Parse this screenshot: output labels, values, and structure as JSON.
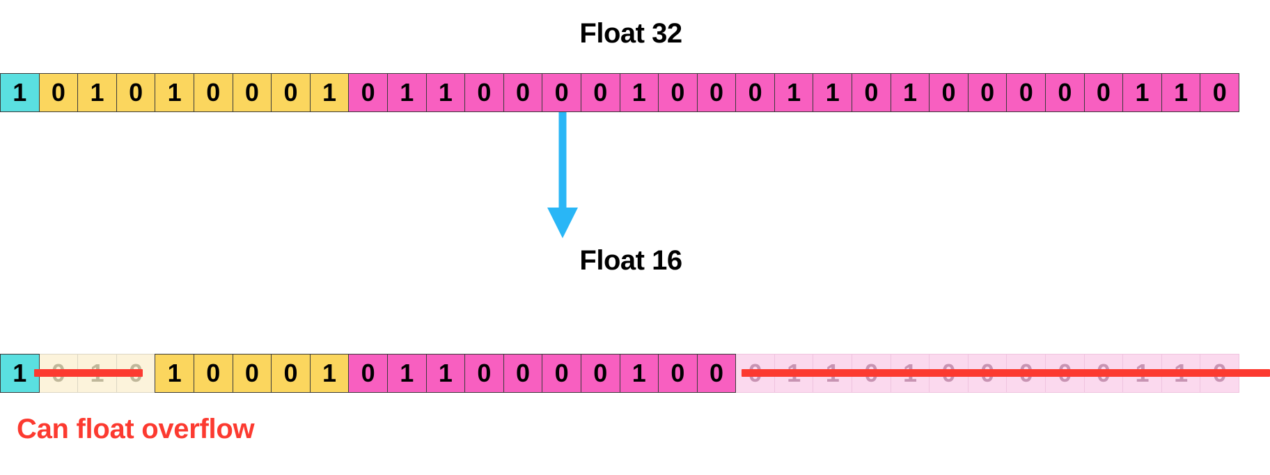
{
  "titles": {
    "float32": "Float 32",
    "float16": "Float 16"
  },
  "caption": "Can float overflow",
  "colors": {
    "sign": "#5ADFE0",
    "exponent": "#FBD65E",
    "mantissa": "#F85FC0",
    "exponent_faded": "#FCF3DB",
    "mantissa_faded": "#FBD9EE",
    "arrow": "#29B6F6",
    "strike": "#FC3A30",
    "caption_text": "#FC3A30",
    "title_text": "#000000",
    "bit_text": "#000000",
    "bit_text_faded_exponent": "#BFB79A",
    "bit_text_faded_mantissa": "#C793B2"
  },
  "float32": {
    "total_bits": 32,
    "sign_bits": 1,
    "exponent_bits": 8,
    "mantissa_bits": 23,
    "bits": [
      {
        "v": "1",
        "group": "sign",
        "faded": false
      },
      {
        "v": "0",
        "group": "exponent",
        "faded": false
      },
      {
        "v": "1",
        "group": "exponent",
        "faded": false
      },
      {
        "v": "0",
        "group": "exponent",
        "faded": false
      },
      {
        "v": "1",
        "group": "exponent",
        "faded": false
      },
      {
        "v": "0",
        "group": "exponent",
        "faded": false
      },
      {
        "v": "0",
        "group": "exponent",
        "faded": false
      },
      {
        "v": "0",
        "group": "exponent",
        "faded": false
      },
      {
        "v": "1",
        "group": "exponent",
        "faded": false
      },
      {
        "v": "0",
        "group": "mantissa",
        "faded": false
      },
      {
        "v": "1",
        "group": "mantissa",
        "faded": false
      },
      {
        "v": "1",
        "group": "mantissa",
        "faded": false
      },
      {
        "v": "0",
        "group": "mantissa",
        "faded": false
      },
      {
        "v": "0",
        "group": "mantissa",
        "faded": false
      },
      {
        "v": "0",
        "group": "mantissa",
        "faded": false
      },
      {
        "v": "0",
        "group": "mantissa",
        "faded": false
      },
      {
        "v": "1",
        "group": "mantissa",
        "faded": false
      },
      {
        "v": "0",
        "group": "mantissa",
        "faded": false
      },
      {
        "v": "0",
        "group": "mantissa",
        "faded": false
      },
      {
        "v": "0",
        "group": "mantissa",
        "faded": false
      },
      {
        "v": "1",
        "group": "mantissa",
        "faded": false
      },
      {
        "v": "1",
        "group": "mantissa",
        "faded": false
      },
      {
        "v": "0",
        "group": "mantissa",
        "faded": false
      },
      {
        "v": "1",
        "group": "mantissa",
        "faded": false
      },
      {
        "v": "0",
        "group": "mantissa",
        "faded": false
      },
      {
        "v": "0",
        "group": "mantissa",
        "faded": false
      },
      {
        "v": "0",
        "group": "mantissa",
        "faded": false
      },
      {
        "v": "0",
        "group": "mantissa",
        "faded": false
      },
      {
        "v": "0",
        "group": "mantissa",
        "faded": false
      },
      {
        "v": "1",
        "group": "mantissa",
        "faded": false
      },
      {
        "v": "1",
        "group": "mantissa",
        "faded": false
      },
      {
        "v": "0",
        "group": "mantissa",
        "faded": false
      }
    ]
  },
  "float16": {
    "total_bits": 32,
    "kept_sign_bits": 1,
    "kept_exponent_bits": 5,
    "kept_mantissa_bits": 10,
    "dropped_exponent_bits": 3,
    "dropped_mantissa_bits": 13,
    "bits": [
      {
        "v": "1",
        "group": "sign",
        "faded": false
      },
      {
        "v": "0",
        "group": "exponent",
        "faded": true
      },
      {
        "v": "1",
        "group": "exponent",
        "faded": true
      },
      {
        "v": "0",
        "group": "exponent",
        "faded": true
      },
      {
        "v": "1",
        "group": "exponent",
        "faded": false
      },
      {
        "v": "0",
        "group": "exponent",
        "faded": false
      },
      {
        "v": "0",
        "group": "exponent",
        "faded": false
      },
      {
        "v": "0",
        "group": "exponent",
        "faded": false
      },
      {
        "v": "1",
        "group": "exponent",
        "faded": false
      },
      {
        "v": "0",
        "group": "mantissa",
        "faded": false
      },
      {
        "v": "1",
        "group": "mantissa",
        "faded": false
      },
      {
        "v": "1",
        "group": "mantissa",
        "faded": false
      },
      {
        "v": "0",
        "group": "mantissa",
        "faded": false
      },
      {
        "v": "0",
        "group": "mantissa",
        "faded": false
      },
      {
        "v": "0",
        "group": "mantissa",
        "faded": false
      },
      {
        "v": "0",
        "group": "mantissa",
        "faded": false
      },
      {
        "v": "1",
        "group": "mantissa",
        "faded": false
      },
      {
        "v": "0",
        "group": "mantissa",
        "faded": false
      },
      {
        "v": "0",
        "group": "mantissa",
        "faded": false
      },
      {
        "v": "0",
        "group": "mantissa",
        "faded": true
      },
      {
        "v": "1",
        "group": "mantissa",
        "faded": true
      },
      {
        "v": "1",
        "group": "mantissa",
        "faded": true
      },
      {
        "v": "0",
        "group": "mantissa",
        "faded": true
      },
      {
        "v": "1",
        "group": "mantissa",
        "faded": true
      },
      {
        "v": "0",
        "group": "mantissa",
        "faded": true
      },
      {
        "v": "0",
        "group": "mantissa",
        "faded": true
      },
      {
        "v": "0",
        "group": "mantissa",
        "faded": true
      },
      {
        "v": "0",
        "group": "mantissa",
        "faded": true
      },
      {
        "v": "0",
        "group": "mantissa",
        "faded": true
      },
      {
        "v": "1",
        "group": "mantissa",
        "faded": true
      },
      {
        "v": "1",
        "group": "mantissa",
        "faded": true
      },
      {
        "v": "0",
        "group": "mantissa",
        "faded": true
      }
    ]
  },
  "icons": {
    "arrow": "arrow-down-icon"
  }
}
